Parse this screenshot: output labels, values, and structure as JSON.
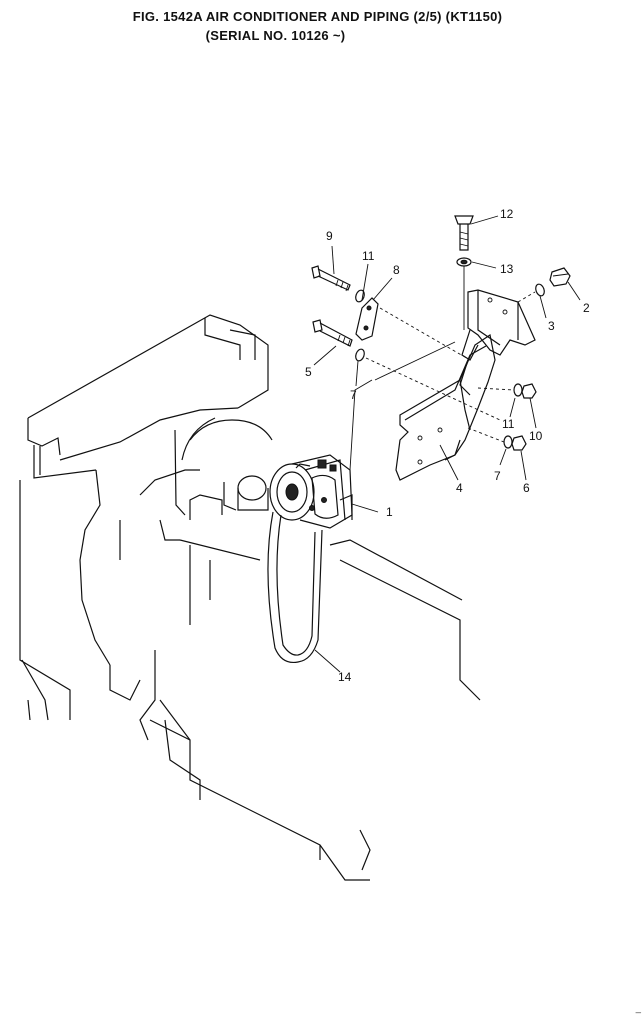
{
  "figure": {
    "title_line1": "FIG. 1542A   AIR CONDITIONER AND PIPING (2/5) (KT1150)",
    "title_line2": "(SERIAL NO. 10126 ~)"
  },
  "callouts": {
    "c1": "1",
    "c2": "2",
    "c3": "3",
    "c4": "4",
    "c5": "5",
    "c6": "6",
    "c7a": "7",
    "c7b": "7",
    "c8": "8",
    "c9": "9",
    "c10": "10",
    "c11a": "11",
    "c11b": "11",
    "c12": "12",
    "c13": "13",
    "c14": "14"
  },
  "corner_code": "—"
}
